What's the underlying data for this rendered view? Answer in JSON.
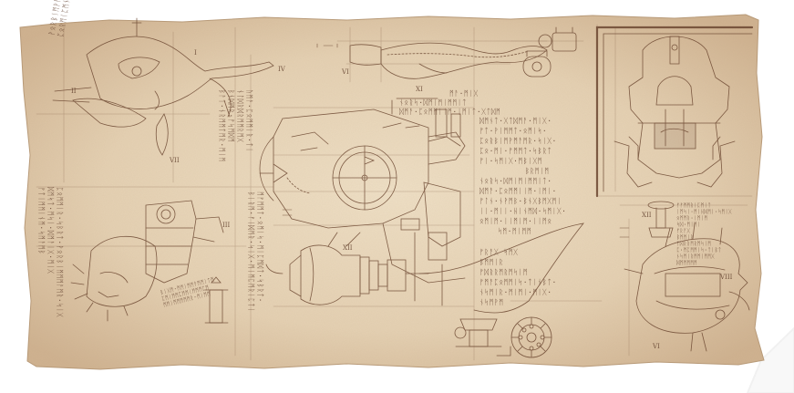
{
  "colors": {
    "paper": "#e8d6bb",
    "paper_edge": "#cdb394",
    "ink": "#5a3826",
    "ink_light": "#8b6a50"
  },
  "icons": [
    "blade-sketch-icon",
    "helmet-sketch-icon",
    "gauntlet-sketch-icon",
    "shoulder-guard-sketch-icon",
    "gear-sketch-icon",
    "airship-sketch-icon",
    "trophy-sketch-icon"
  ],
  "notes": {
    "top_left": [
      "ᚹᛟᚱᛒᛁᛗᚹᛗᚨᛗᚱ.ᛋᛁᚷ",
      "ᛈᛟᚱᛗᛁᛈᛗᚾᛚ.ᛋᛒᚱᛏ"
    ],
    "blade_caption": [
      "ᛗᚨ·ᛗᛁᚷ",
      "ᚾᛟᚱᛋ·ᛞᛗᛁᛗᛁᛗᛗᛁᛏ",
      "ᛞᛗᚨ·ᛈᛟᛗᛗᛁᛁᛗ·ᛁᛗᛁᛏ·ᚷᛏᛞᛗ"
    ],
    "center_block": [
      "ᛞᛗᚾᛏ·ᚷᛏᛞᛗᚨ·ᛗᛁᚷ·",
      "ᚠᛏ·ᚹᛁᛗᛗᛏ·ᛟᛗᛁᛋ·",
      "ᛈᛟᚱᛒᛁᛗᚹᛗᚨᛗᚱ·ᛋᛁᚷ·",
      "ᛈᛟ·ᛗᛁ·ᚠᛗᛗᛏ·ᛋᛒᚱᛏ",
      "ᚠᛁ·ᛋᛗᛁᚷ·ᛗᛒᛁᚷᛗ",
      "ᛒᚱᛗᛁᛗ",
      "ᚾᛟᚱᛋ·ᛞᛗᛁᛗᛁᛗᛗᛁᛏ·",
      "ᛞᛗᚨ·ᛈᛟᛗᛗᛁᛁᛗ·ᛁᛗᛁ·",
      "ᚠᛚᚾ·ᚾᚹᛗᛒ·ᛒᚾᚷᛒᛗᚷᛗᛁ",
      "ᛁᛁ·ᛗᛁᛁ·ᚺᛁᚾᛗᛞ·ᛋᛗᛁᚷ·",
      "ᛟᛗᛁᛗ·ᛁᛁᛗᛁᛗ·ᛁᛁᛗᛟ",
      "ᛋᛗ·ᛗᛁᛗᛗ"
    ],
    "lower_center": [
      "ᚠᚱᚨᚷ ᛋᛗᚷ",
      "ᛒᛗᛗᛁᚱ",
      "ᚠᛞᚱᚱᛗᚱᛗᛋᛁᛗ",
      "ᚠᛗᚨᛈᛟᛗᛗᛁᛋ·ᛏᛁᚾᛒᛏ·",
      "ᚾᛋᛗᛁᚱ·ᛗᛁᛗᛁ·ᛗᛁᚷ·",
      "ᚾᛋᛗᚹᛗ"
    ],
    "left_vertical_1": "ᚢᛗᚨ·ᛈᛟᛗᛗᛁᚱ·ᛏᛁ",
    "left_vertical_2": "ᚾᛚᛞᚱᛞᚱᛗᛗᚱᛗᚷ",
    "left_vertical_3": "ᛒᚾᛞᛗᚱ·ᚠᛋᛗᛞᛗ",
    "left_vertical_4": "ᛒᚨᛁ·ᚾᚱᛗᛗᛏᛗᚱ·ᛗᛁᛗ",
    "left_vertical_5": "ᛗᚠᛗᛗᛏ·ᛟᛗᛁᛋ·ᛗᛁᛈᛗᛞᛏ·ᛋᛒᚱᛏ·",
    "left_vertical_6": "ᛒᛁᚱᛗ·ᚠᛁᛞᛗᚱ·ᛋᛁᚷ·ᛗᛁᛗᛈᛗᚱᛁᛈᛏᛁ",
    "bottom_left_rot": [
      "ᛈᛟᛗᛗᛁᚱ·ᛋᛒᚱᛏ·ᚹᛟᚱᛒᛁᛗᛗᛗᚨᛗᚱ·ᛋᛁᚷ",
      "ᛞᛗᛋᛏ·ᛗᛋᛁ·ᛞᛗᚨᛁᚷ·ᛗᛁᚷ",
      "ᚠᛏᛁᛗᛗᛁᚾᛗ·ᛋᛗᚨᛗᛒ"
    ],
    "bottom_left_small": [
      "ᛒᛁᚷᛗ·ᛗᛗᛁᛗᛗᚹᛗᛗᛁᛏᛗ",
      "ᛈᛗᛁᛗᛗᛈᛗᛗᛁᛗᛗᛗᛈᛗ",
      "ᛗᛗᛁᛗᛗᛗᛗᛗᚱ·ᛗᛁᛗᛗ"
    ],
    "right_block": [
      "ᚠᚠᛗᛗᚱᛁᛈᛗᛁᛏ",
      "ᛁᛗᛋᛁ·ᛗᛁᚺᛞᛗᛁ·ᛋᛗᛁᚷ",
      "ᛟᛗᛗᚱ·ᛁᛗᛁᛗ",
      "ᛋᛞ·ᛗᛁᛗᛁ",
      "ᚠᚱᚨᚷ",
      "ᛒᛗᛗᛁᚱ",
      "ᚠᛞᚱᚱᛗᚱᛗᛋᛁᛗ",
      "ᛈ·ᛗᛈᛗᛗᛁᛋ·ᛏᛁᛒᛏ",
      "ᚾᛋᛗᛁᚱᛗᛗᛁᛗᛗᚷ",
      "ᛞᛗᛗᛗᛗᛗ"
    ],
    "roman_marks": [
      "I",
      "II",
      "III",
      "IV",
      "VI",
      "VII",
      "XI",
      "XII",
      "VIII",
      "XII",
      "VI"
    ]
  }
}
